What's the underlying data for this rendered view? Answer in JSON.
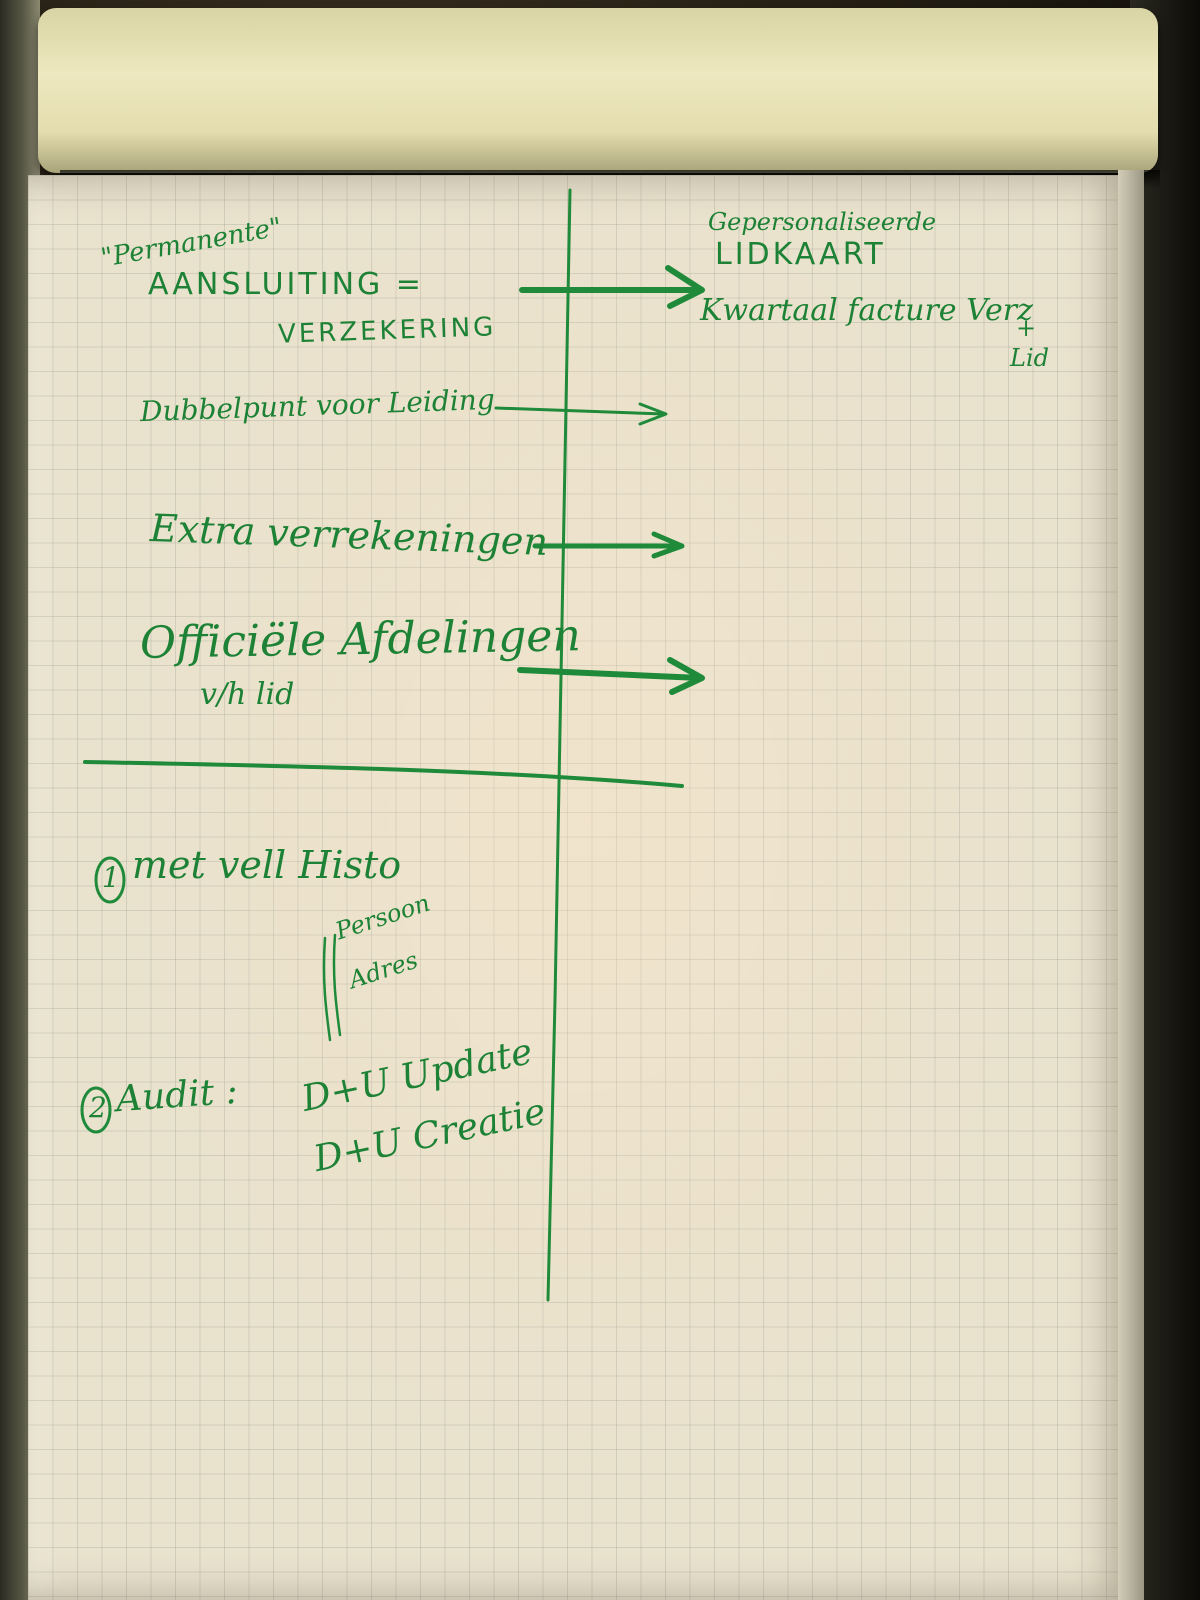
{
  "left_column": {
    "permanente": "\"Permanente\"",
    "aansluiting": "AANSLUITING =",
    "verzekering": "VERZEKERING",
    "dubbelpunt": "Dubbelpunt voor Leiding",
    "extra": "Extra verrekeningen",
    "officiele": "Officiële Afdelingen",
    "vh_lid": "v/h lid"
  },
  "right_column": {
    "gepersonaliseerde": "Gepersonaliseerde",
    "lidkaart": "LIDKAART",
    "kwartaal": "Kwartaal facture Verz",
    "plus": "+",
    "lid": "Lid"
  },
  "bottom_notes": {
    "item1_number": "1",
    "item1_text": "met vell Histo",
    "persoon": "Persoon",
    "adres": "Adres",
    "item2_number": "2",
    "item2_label": "Audit :",
    "item2_line1": "D+U Update",
    "item2_line2": "D+U Creatie"
  },
  "colors": {
    "ink": "#1f8a3a",
    "paper": "#e9e2cd"
  }
}
